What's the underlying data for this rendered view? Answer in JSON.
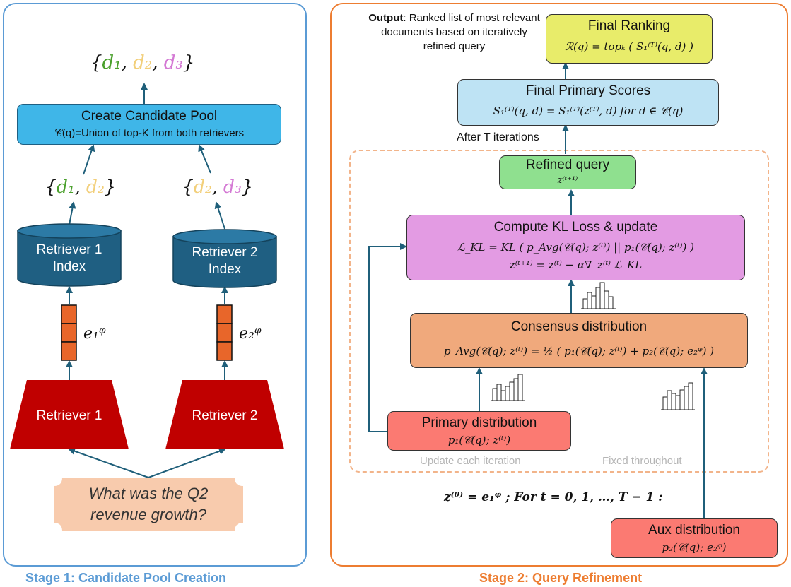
{
  "stage1": {
    "caption": "Stage 1: Candidate Pool Creation",
    "top_docs": [
      "d₁",
      "d₂",
      "d₃"
    ],
    "pool_title": "Create Candidate Pool",
    "pool_desc": "𝒞(q)=Union of top-K from both retrievers",
    "left_docs": [
      "d₁",
      "d₂"
    ],
    "right_docs": [
      "d₂",
      "d₃"
    ],
    "index1": "Retriever 1 Index",
    "index2": "Retriever 2 Index",
    "emb1": "e₁ᵠ",
    "emb2": "e₂ᵠ",
    "retriever1": "Retriever 1",
    "retriever2": "Retriever 2",
    "query": "What was the Q2 revenue growth?"
  },
  "stage2": {
    "caption": "Stage 2: Query Refinement",
    "output_bold": "Output",
    "output_text": ": Ranked list of most relevant documents based on iteratively refined query",
    "final_ranking_title": "Final  Ranking",
    "final_ranking_formula": "ℛ(q) = topₖ ( S₁⁽ᵀ⁾(q, d) )",
    "final_scores_title": "Final Primary Scores",
    "final_scores_formula": "S₁⁽ᵀ⁾(q, d) = S₁⁽ᵀ⁾(z⁽ᵀ⁾, d)   for d ∈ 𝒞(q)",
    "after_iterations": "After T iterations",
    "refined_title": "Refined query",
    "refined_formula": "z⁽ᵗ⁺¹⁾",
    "kl_title": "Compute KL Loss & update",
    "kl_formula1": "ℒ_KL = KL ( p_Avg(𝒞(q); z⁽ᵗ⁾) || p₁(𝒞(q); z⁽ᵗ⁾) )",
    "kl_formula2": "z⁽ᵗ⁺¹⁾ = z⁽ᵗ⁾ − α∇_z⁽ᵗ⁾ ℒ_KL",
    "consensus_title": "Consensus distribution",
    "consensus_formula": "p_Avg(𝒞(q); z⁽ᵗ⁾) = ½ ( p₁(𝒞(q); z⁽ᵗ⁾) + p₂(𝒞(q); e₂ᵠ) )",
    "primary_title": "Primary distribution",
    "primary_formula": "p₁(𝒞(q); z⁽ᵗ⁾)",
    "update_label": "Update each iteration",
    "fixed_label": "Fixed throughout",
    "init_formula": "z⁽⁰⁾ = e₁ᵠ ;  For t = 0, 1, …, T − 1 :",
    "aux_title": "Aux distribution",
    "aux_formula": "p₂(𝒞(q); e₂ᵠ)"
  },
  "colors": {
    "stage1_border": "#5b9bd5",
    "stage2_border": "#ed7d31",
    "arrow": "#1f5f7a",
    "pool_fill": "#3fb6e8",
    "index_fill": "#1f5f82",
    "retriever_fill": "#c00000",
    "query_fill": "#f8cbad",
    "embedding_fill": "#e8662a",
    "final_ranking_fill": "#e8ec6a",
    "final_scores_fill": "#bee3f4",
    "refined_fill": "#8fe08f",
    "kl_fill": "#e39be3",
    "consensus_fill": "#f0a97c",
    "primary_fill": "#fb7a72",
    "aux_fill": "#fb7a72",
    "d1": "#4aa02c",
    "d2": "#f2cf7a",
    "d3": "#d479d4"
  }
}
